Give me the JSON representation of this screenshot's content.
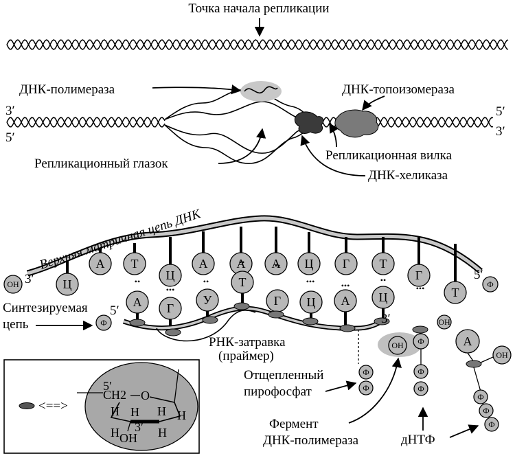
{
  "labels": {
    "origin": "Точка начала репликации",
    "dna_polymerase": "ДНК-полимераза",
    "dna_topoisomerase": "ДНК-топоизомераза",
    "replication_eye": "Репликационный глазок",
    "replication_fork": "Репликационная вилка",
    "dna_helicase": "ДНК-хеликаза",
    "prime3": "3′",
    "prime5": "5′",
    "upper_template": "Верхняя матричная цепь ДНК",
    "oh": "OH",
    "phi": "Ф",
    "synth_line1": "Синтезируемая",
    "synth_line2": "цепь",
    "rna_primer": "РНК-затравка",
    "primer_paren": "(праймер)",
    "pyro_line1": "Отщепленный",
    "pyro_line2": "пирофосфат",
    "enzyme_line1": "Фермент",
    "enzyme_line2": "ДНК-полимераза",
    "dntp": "дНТФ",
    "free_base": "А",
    "equivalent": "<==>",
    "c5": "5′",
    "ch2": "CH2",
    "o": "O",
    "h": "H"
  },
  "upper_bases": [
    "Ц",
    "А",
    "Т",
    "Ц",
    "А",
    "А",
    "А",
    "Ц",
    "Г",
    "Т",
    "Г",
    "Т"
  ],
  "lower_bases": [
    "А",
    "Г",
    "У",
    "Т",
    "Г",
    "Ц",
    "А",
    "Ц"
  ],
  "pair_dots": [
    "••",
    "•••",
    "••",
    "••",
    "••",
    "•••",
    "•••",
    "••",
    "•••"
  ]
}
